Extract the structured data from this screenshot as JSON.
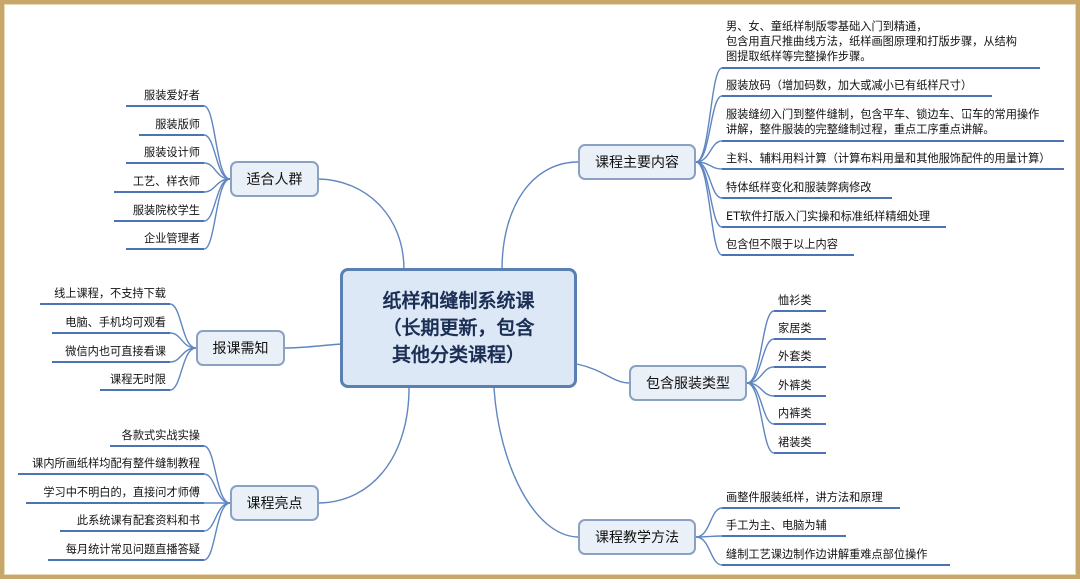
{
  "central": {
    "line1": "纸样和缝制系统课",
    "line2": "（长期更新，包含",
    "line3": "其他分类课程）"
  },
  "branches": {
    "audience": {
      "label": "适合人群",
      "items": [
        "服装爱好者",
        "服装版师",
        "服装设计师",
        "工艺、样衣师",
        "服装院校学生",
        "企业管理者"
      ]
    },
    "notice": {
      "label": "报课需知",
      "items": [
        "线上课程，不支持下载",
        "电脑、手机均可观看",
        "微信内也可直接看课",
        "课程无时限"
      ]
    },
    "highlights": {
      "label": "课程亮点",
      "items": [
        "各款式实战实操",
        "课内所画纸样均配有整件缝制教程",
        "学习中不明白的，直接问才师傅",
        "此系统课有配套资料和书",
        "每月统计常见问题直播答疑"
      ]
    },
    "content": {
      "label": "课程主要内容",
      "items": [
        "男、女、童纸样制版零基础入门到精通，\n包含用直尺推曲线方法，纸样画图原理和打版步骤，从结构\n图提取纸样等完整操作步骤。",
        "服装放码（增加码数，加大或减小已有纸样尺寸）",
        "服装缝纫入门到整件缝制，包含平车、锁边车、冚车的常用操作\n讲解，整件服装的完整缝制过程，重点工序重点讲解。",
        "主料、辅料用料计算（计算布料用量和其他服饰配件的用量计算）",
        "特体纸样变化和服装弊病修改",
        "ET软件打版入门实操和标准纸样精细处理",
        "包含但不限于以上内容"
      ]
    },
    "types": {
      "label": "包含服装类型",
      "items": [
        "恤衫类",
        "家居类",
        "外套类",
        "外裤类",
        "内裤类",
        "裙装类"
      ]
    },
    "methods": {
      "label": "课程教学方法",
      "items": [
        "画整件服装纸样，讲方法和原理",
        "手工为主、电脑为辅",
        "缝制工艺课边制作边讲解重难点部位操作"
      ]
    }
  },
  "colors": {
    "line": "#5f86c0",
    "underline": "#4a74b6",
    "node_fill": "#eaf0f8",
    "node_border": "#8aa1c3",
    "central_border": "#5a7fb2",
    "frame": "#c8a76b"
  }
}
